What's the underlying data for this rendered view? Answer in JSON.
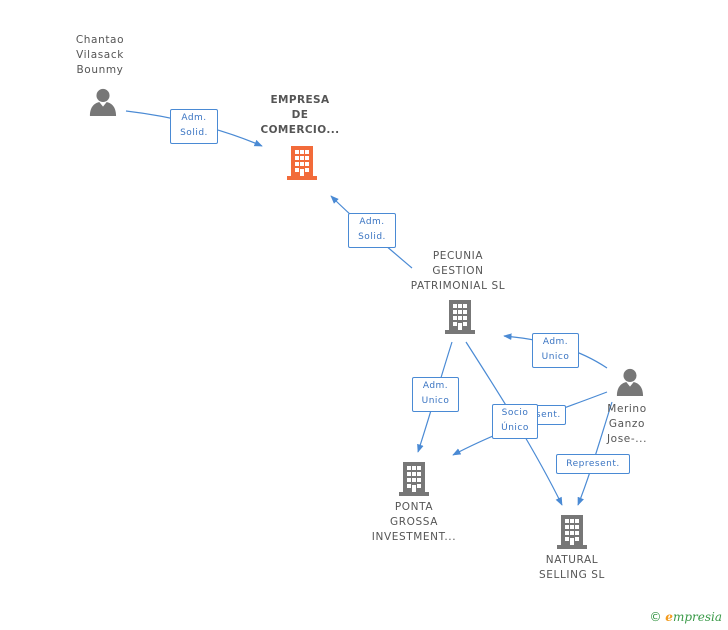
{
  "nodes": {
    "chantao": {
      "lines": [
        "Chantao",
        "Vilasack",
        "Bounmy"
      ]
    },
    "empresa": {
      "lines": [
        "EMPRESA",
        "DE",
        "COMERCIO..."
      ]
    },
    "pecunia": {
      "lines": [
        "PECUNIA",
        "GESTION",
        "PATRIMONIAL SL"
      ]
    },
    "merino": {
      "lines": [
        "Merino",
        "Ganzo",
        "Jose-..."
      ]
    },
    "ponta": {
      "lines": [
        "PONTA",
        "GROSSA",
        "INVESTMENT..."
      ]
    },
    "natural": {
      "lines": [
        "NATURAL",
        "SELLING SL"
      ]
    }
  },
  "edges": {
    "chantao_empresa": [
      "Adm.",
      "Solid."
    ],
    "pecunia_empresa": [
      "Adm.",
      "Solid."
    ],
    "merino_pecunia": [
      "Adm.",
      "Unico"
    ],
    "pecunia_ponta": [
      "Adm.",
      "Unico"
    ],
    "merino_ponta_hidden": [
      "Represent."
    ],
    "socio": [
      "Socio",
      "Único"
    ],
    "merino_natural": [
      "Represent."
    ]
  },
  "colors": {
    "focal_company": "#f26b3a",
    "company": "#777777",
    "person": "#777777",
    "edge": "#4a8ad4"
  },
  "footer": {
    "copyright": "©",
    "brand_e": "e",
    "brand_rest": "mpresia"
  }
}
